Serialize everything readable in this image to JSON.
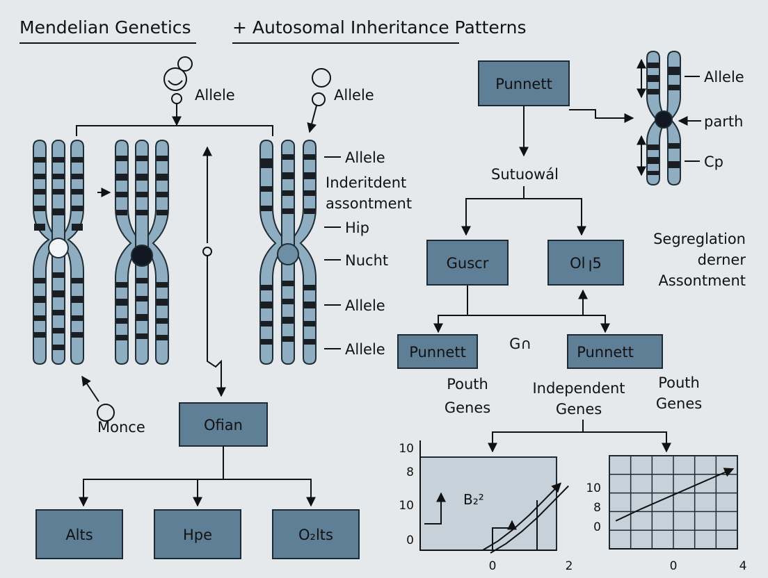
{
  "title": {
    "left": "Mendelian Genetics",
    "right": "+ Autosomal  Inheritance  Patterns"
  },
  "left_labels": {
    "allele_top_1": "Allele",
    "allele_top_2": "Allele",
    "allele_r1": "Allele",
    "inderitdent": "Inderitdent",
    "assontment": "assontment",
    "hip": "Hip",
    "nucht": "Nucht",
    "allele_r2": "Allele",
    "allele_r3": "Allele",
    "monce": "Monce"
  },
  "left_boxes": {
    "ofian": "Ofian",
    "alts": "Alts",
    "hpe": "Hpe",
    "o2lts": "O₂lts"
  },
  "right_labels": {
    "sutuowal": "Sutuowál",
    "allele": "Allele",
    "parth": "parth",
    "cp": "Cp",
    "segregation": [
      "Segreglation",
      "derner",
      "Assontment"
    ],
    "gn": "G∩",
    "pouth_genes_left": [
      "Pouth",
      "Genes"
    ],
    "independent_genes": [
      "Independent",
      "Genes"
    ],
    "pouth_genes_right": [
      "Pouth",
      "Genes"
    ]
  },
  "right_boxes": {
    "punnett_top": "Punnett",
    "guscr": "Guscr",
    "ol15": "Ol ꞁ5",
    "punnett_left": "Punnett",
    "punnett_right": "Punnett"
  },
  "chart_data": [
    {
      "type": "line",
      "y_tick_labels": [
        "10",
        "8",
        "10",
        "0"
      ],
      "x_tick_labels": [
        "0",
        "2"
      ],
      "annotation": "B₂²",
      "series": [
        {
          "x": [
            0,
            0.4,
            0.8,
            1.2,
            1.6,
            2.0
          ],
          "y": [
            0,
            1.0,
            2.3,
            3.8,
            5.5,
            7.2
          ]
        }
      ],
      "ylim": [
        0,
        10
      ],
      "xlim": [
        -1.6,
        2.0
      ],
      "grid": false
    },
    {
      "type": "line",
      "y_tick_labels": [
        "10",
        "8",
        "0"
      ],
      "x_tick_labels": [
        "0",
        "4"
      ],
      "series": [
        {
          "x": [
            -2.7,
            -1.5,
            0,
            1.5,
            2.8
          ],
          "y": [
            3.0,
            4.3,
            5.8,
            7.3,
            8.6
          ]
        }
      ],
      "ylim": [
        0,
        10
      ],
      "xlim": [
        -3.0,
        3.0
      ],
      "grid": true
    }
  ],
  "colors": {
    "background": "#e5e9ec",
    "box": "#5f7f96",
    "chromosome": "#8fadc0",
    "band_dark": "#1a1d22",
    "chart_panel": "#c6d1d9"
  }
}
